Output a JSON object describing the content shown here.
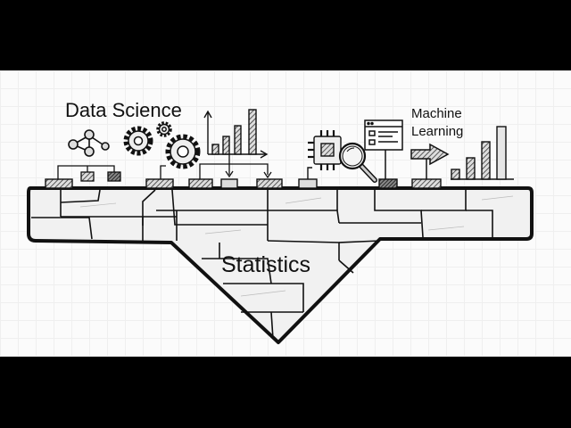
{
  "labels": {
    "data_science": "Data Science",
    "machine_learning_line1": "Machine",
    "machine_learning_line2": "Learning",
    "statistics": "Statistics"
  },
  "colors": {
    "background": "#fbfbfb",
    "grid": "#efefef",
    "ink": "#111111",
    "stone": "#f2f2f2",
    "letterbox": "#000000"
  },
  "icons": [
    "network-graph-icon",
    "gears-icon",
    "bar-chart-icon",
    "microchip-icon",
    "magnifying-glass-icon",
    "dashboard-window-icon",
    "arrow-right-icon",
    "ml-bar-chart-icon"
  ]
}
